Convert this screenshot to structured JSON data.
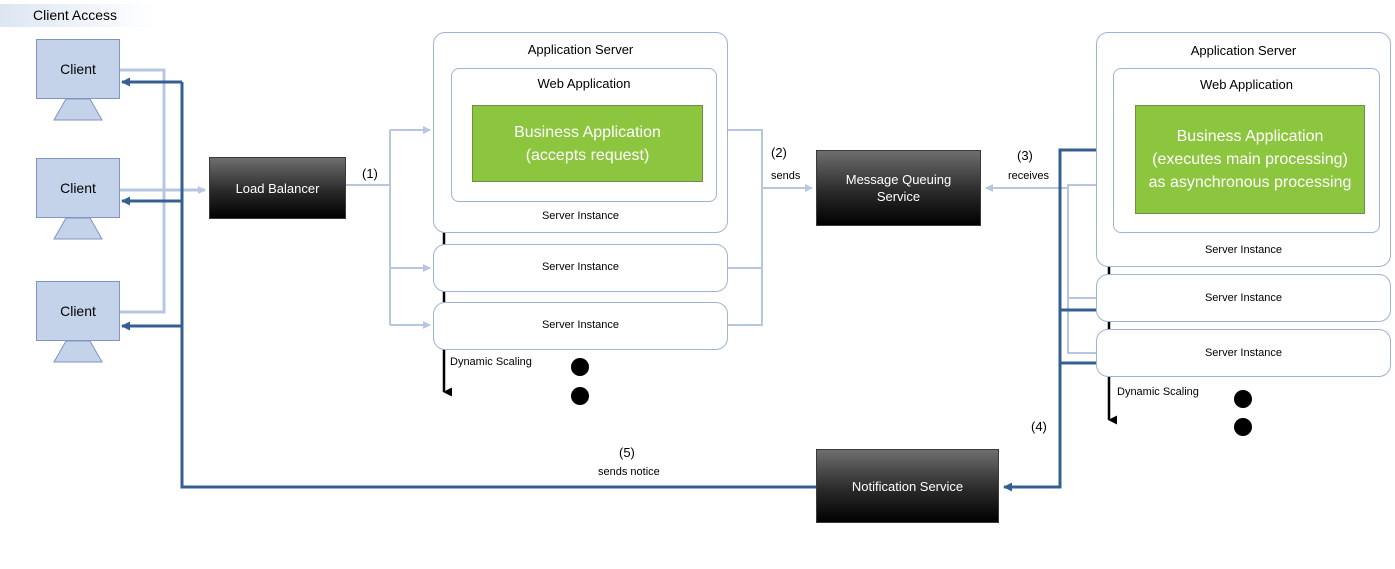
{
  "header": {
    "client_access": "Client Access"
  },
  "clients": [
    {
      "label": "Client"
    },
    {
      "label": "Client"
    },
    {
      "label": "Client"
    }
  ],
  "load_balancer": {
    "label": "Load Balancer"
  },
  "left_server": {
    "app_server": "Application Server",
    "web_app": "Web Application",
    "business_app_line1": "Business Application",
    "business_app_line2": "(accepts request)",
    "server_instance_1": "Server Instance",
    "server_instance_2": "Server Instance",
    "server_instance_3": "Server Instance",
    "dynamic_scaling": "Dynamic Scaling"
  },
  "mq": {
    "line1": "Message Queuing",
    "line2": "Service"
  },
  "right_server": {
    "app_server": "Application Server",
    "web_app": "Web Application",
    "business_app_line1": "Business Application",
    "business_app_line2": "(executes main processing)",
    "business_app_line3": "as asynchronous processing",
    "server_instance_1": "Server Instance",
    "server_instance_2": "Server Instance",
    "server_instance_3": "Server Instance",
    "dynamic_scaling": "Dynamic Scaling"
  },
  "notification": {
    "label": "Notification Service"
  },
  "steps": {
    "s1": "(1)",
    "s2": "(2)",
    "s2_text": "sends",
    "s3": "(3)",
    "s3_text": "receives",
    "s4": "(4)",
    "s5": "(5)",
    "s5_text": "sends notice"
  },
  "colors": {
    "light_arrow": "#b8c7e0",
    "dark_arrow": "#365f91",
    "green": "#8cc63f"
  }
}
